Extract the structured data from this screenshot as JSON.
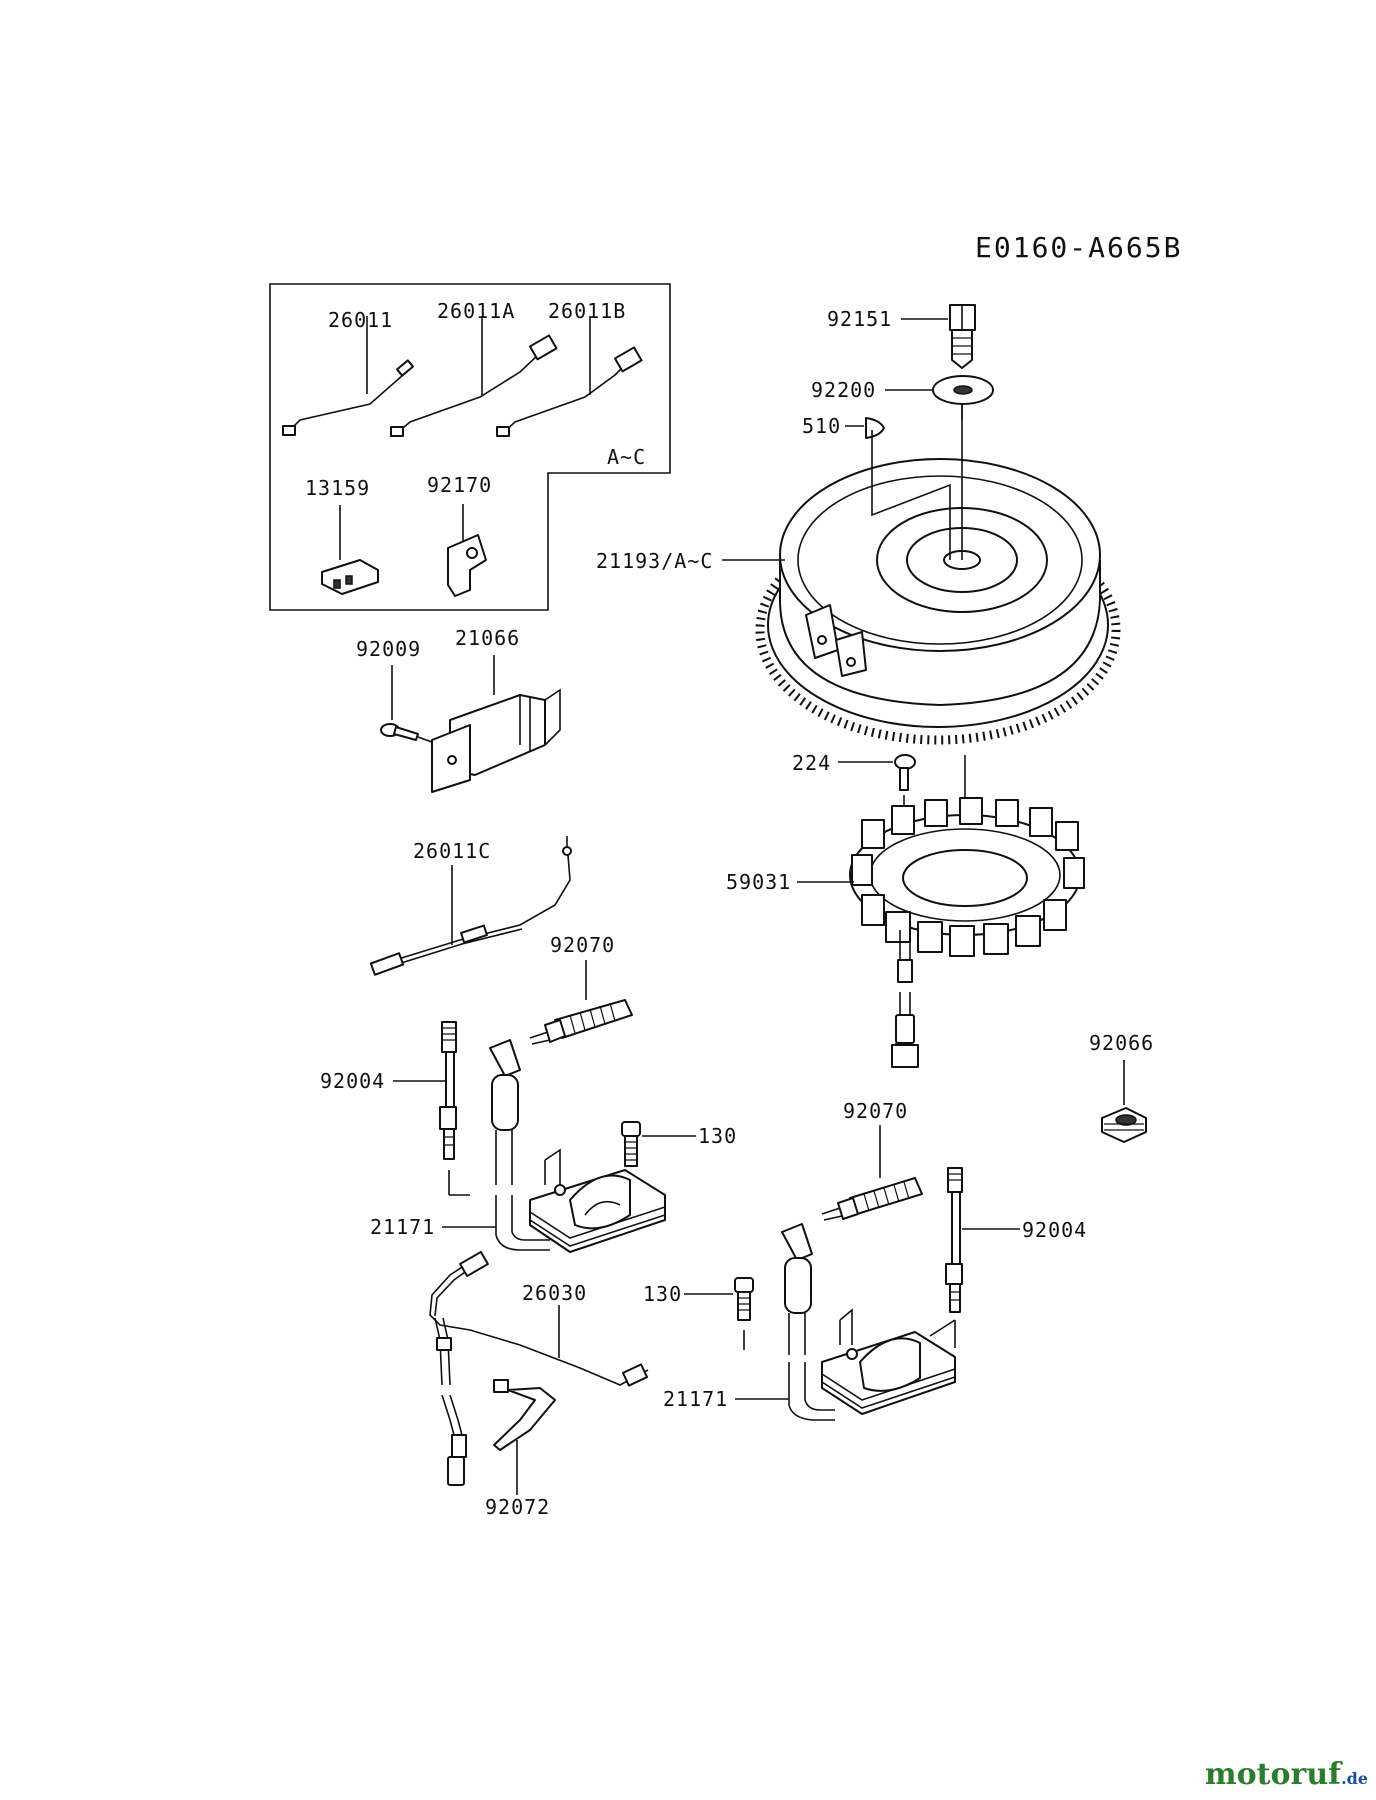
{
  "diagram_code": "E0160-A665B",
  "parts": {
    "p26011": "26011",
    "p26011A": "26011A",
    "p26011B": "26011B",
    "kit_range": "A~C",
    "p13159": "13159",
    "p92170": "92170",
    "p92009": "92009",
    "p21066": "21066",
    "p26011C": "26011C",
    "p92070a": "92070",
    "p92004a": "92004",
    "p130a": "130",
    "p21171a": "21171",
    "p26030": "26030",
    "p92072": "92072",
    "p92151": "92151",
    "p92200": "92200",
    "p510": "510",
    "p21193": "21193/A~C",
    "p224": "224",
    "p59031": "59031",
    "p92066": "92066",
    "p92070b": "92070",
    "p92004b": "92004",
    "p130b": "130",
    "p21171b": "21171"
  },
  "watermark": {
    "brand": "motoruf",
    "tld": ".de",
    "color_brand": "#2a7d2a",
    "color_tld": "#1a4f9c"
  }
}
